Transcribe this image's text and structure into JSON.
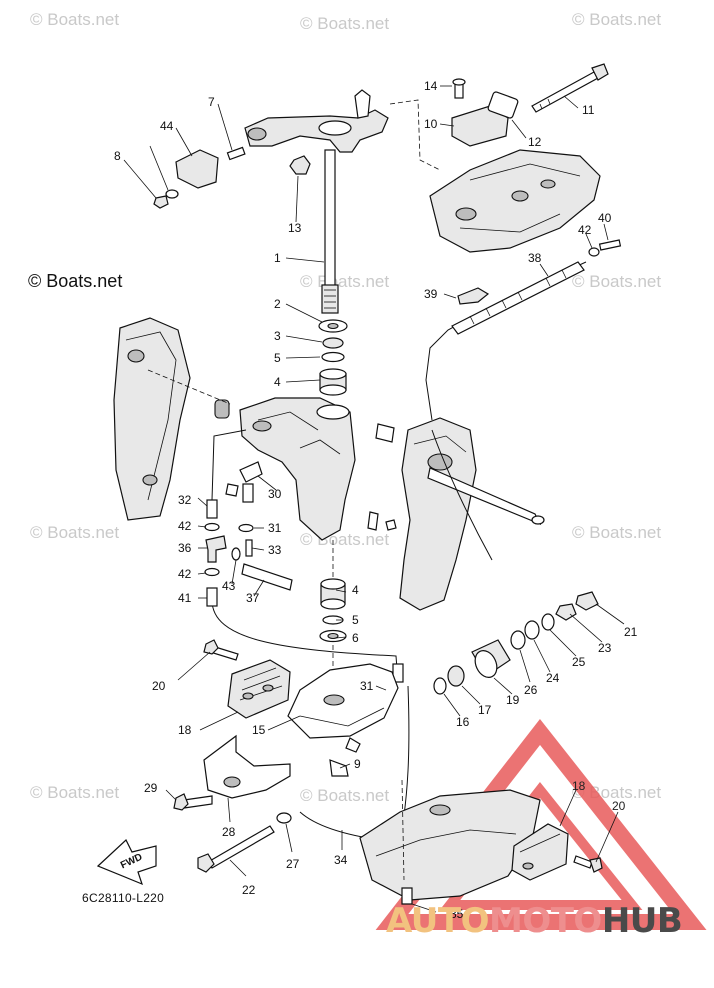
{
  "watermark": "© Boats.net",
  "copyright_main": "© Boats.net",
  "part_number_code": "6C28110-L220",
  "fwd_label": "FWD",
  "brand": {
    "part1": "AUTO",
    "part2": "MOTO",
    "part3": "HUB"
  },
  "callouts": [
    "1",
    "2",
    "3",
    "4",
    "4",
    "5",
    "5",
    "6",
    "7",
    "8",
    "9",
    "10",
    "11",
    "12",
    "13",
    "14",
    "15",
    "16",
    "17",
    "18",
    "18",
    "19",
    "20",
    "20",
    "21",
    "22",
    "23",
    "24",
    "25",
    "26",
    "27",
    "28",
    "29",
    "30",
    "31",
    "31",
    "32",
    "33",
    "34",
    "35",
    "36",
    "37",
    "38",
    "39",
    "40",
    "41",
    "42",
    "42",
    "42",
    "43",
    "44"
  ],
  "colors": {
    "ink": "#111111",
    "watermark": "#c9c9c9",
    "logo_red": "#e85b5b",
    "logo_orange": "#f2c27f",
    "logo_dark": "#4a4a4a"
  }
}
